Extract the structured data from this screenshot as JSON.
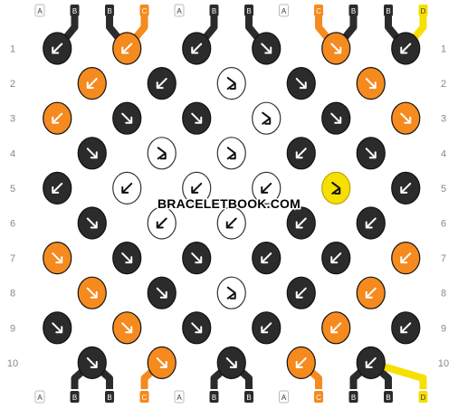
{
  "title": "",
  "watermark": "BRACELETBOOK.COM",
  "colors": {
    "A": "#ffffff",
    "B": "#2b2b2b",
    "C": "#f58a1f",
    "D": "#f5e000"
  },
  "strands_top": [
    "A",
    "B",
    "B",
    "C",
    "A",
    "B",
    "B",
    "A",
    "C",
    "B",
    "B",
    "D"
  ],
  "strands_bottom": [
    "A",
    "B",
    "B",
    "C",
    "A",
    "B",
    "B",
    "A",
    "C",
    "B",
    "B",
    "D"
  ],
  "row_labels": [
    "1",
    "2",
    "3",
    "4",
    "5",
    "6",
    "7",
    "8",
    "9",
    "10"
  ],
  "knot_rows": [
    [
      {
        "c": "B",
        "t": "bf"
      },
      {
        "c": "C",
        "t": "bf"
      },
      {
        "c": "B",
        "t": "bf"
      },
      {
        "c": "B",
        "t": "f"
      },
      {
        "c": "C",
        "t": "f"
      },
      {
        "c": "B",
        "t": "bf"
      }
    ],
    [
      {
        "c": "C",
        "t": "bf"
      },
      {
        "c": "B",
        "t": "bf"
      },
      {
        "c": "A",
        "t": "fb"
      },
      {
        "c": "B",
        "t": "f"
      },
      {
        "c": "C",
        "t": "f"
      }
    ],
    [
      {
        "c": "C",
        "t": "bf"
      },
      {
        "c": "B",
        "t": "f"
      },
      {
        "c": "B",
        "t": "f"
      },
      {
        "c": "A",
        "t": "fb"
      },
      {
        "c": "B",
        "t": "f"
      },
      {
        "c": "C",
        "t": "f"
      }
    ],
    [
      {
        "c": "B",
        "t": "f"
      },
      {
        "c": "A",
        "t": "fb"
      },
      {
        "c": "A",
        "t": "fb"
      },
      {
        "c": "B",
        "t": "bf"
      },
      {
        "c": "B",
        "t": "f"
      }
    ],
    [
      {
        "c": "B",
        "t": "bf"
      },
      {
        "c": "A",
        "t": "bf"
      },
      {
        "c": "A",
        "t": "bf"
      },
      {
        "c": "A",
        "t": "bf"
      },
      {
        "c": "D",
        "t": "fb"
      },
      {
        "c": "B",
        "t": "bf"
      }
    ],
    [
      {
        "c": "B",
        "t": "f"
      },
      {
        "c": "A",
        "t": "bf"
      },
      {
        "c": "A",
        "t": "bf"
      },
      {
        "c": "B",
        "t": "bf"
      },
      {
        "c": "B",
        "t": "bf"
      }
    ],
    [
      {
        "c": "C",
        "t": "f"
      },
      {
        "c": "B",
        "t": "f"
      },
      {
        "c": "B",
        "t": "f"
      },
      {
        "c": "B",
        "t": "bf"
      },
      {
        "c": "B",
        "t": "bf"
      },
      {
        "c": "C",
        "t": "bf"
      }
    ],
    [
      {
        "c": "C",
        "t": "f"
      },
      {
        "c": "B",
        "t": "f"
      },
      {
        "c": "A",
        "t": "fb"
      },
      {
        "c": "B",
        "t": "bf"
      },
      {
        "c": "C",
        "t": "bf"
      }
    ],
    [
      {
        "c": "B",
        "t": "f"
      },
      {
        "c": "C",
        "t": "f"
      },
      {
        "c": "B",
        "t": "f"
      },
      {
        "c": "B",
        "t": "bf"
      },
      {
        "c": "C",
        "t": "bf"
      },
      {
        "c": "B",
        "t": "bf"
      }
    ],
    [
      {
        "c": "B",
        "t": "f"
      },
      {
        "c": "C",
        "t": "f"
      },
      {
        "c": "B",
        "t": "f"
      },
      {
        "c": "C",
        "t": "bf"
      },
      {
        "c": "B",
        "t": "bf"
      }
    ]
  ]
}
